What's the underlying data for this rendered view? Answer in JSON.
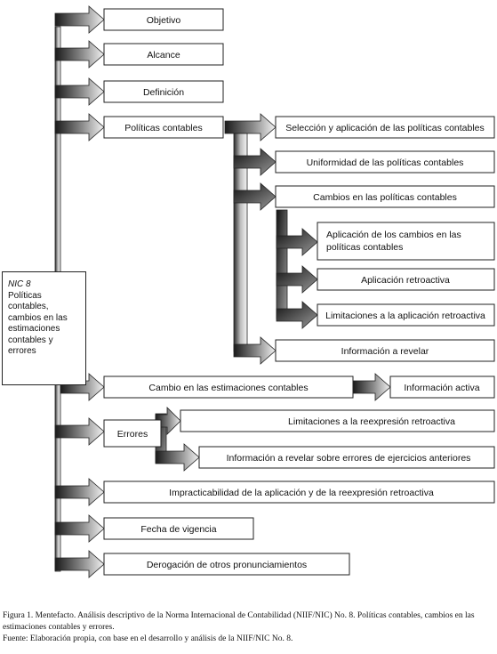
{
  "root": {
    "line1": "NIC 8",
    "line2": "Políticas contables, cambios en las estimaciones contables y errores"
  },
  "nodes": {
    "objetivo": "Objetivo",
    "alcance": "Alcance",
    "definicion": "Definición",
    "politicas": "Políticas contables",
    "seleccion": "Selección y aplicación de las políticas contables",
    "uniformidad": "Uniformidad de las políticas contables",
    "cambios_politicas": "Cambios en las políticas contables",
    "aplicacion_cambios_1": "Aplicación de los cambios en las",
    "aplicacion_cambios_2": "políticas contables",
    "aplicacion_retroactiva": "Aplicación retroactiva",
    "limitaciones_aplicacion": "Limitaciones a la aplicación retroactiva",
    "informacion_revelar": "Información a revelar",
    "cambio_estimaciones": "Cambio en las estimaciones contables",
    "informacion_activa": "Información activa",
    "errores": "Errores",
    "limitaciones_reexpresion": "Limitaciones a la reexpresión retroactiva",
    "informacion_errores": "Información a revelar sobre errores de ejercicios anteriores",
    "impracticabilidad": "Impracticabilidad de la aplicación y de la reexpresión retroactiva",
    "fecha_vigencia": "Fecha de vigencia",
    "derogacion": "Derogación de otros pronunciamientos"
  },
  "caption": {
    "figure": "Figura 1. Mentefacto. Análisis descriptivo de la Norma Internacional de Contabilidad (NIIF/NIC) No. 8. Políticas contables, cambios en las estimaciones contables y errores.",
    "source": "Fuente: Elaboración propia, con base en el desarrollo y análisis de la NIIF/NIC No. 8."
  }
}
